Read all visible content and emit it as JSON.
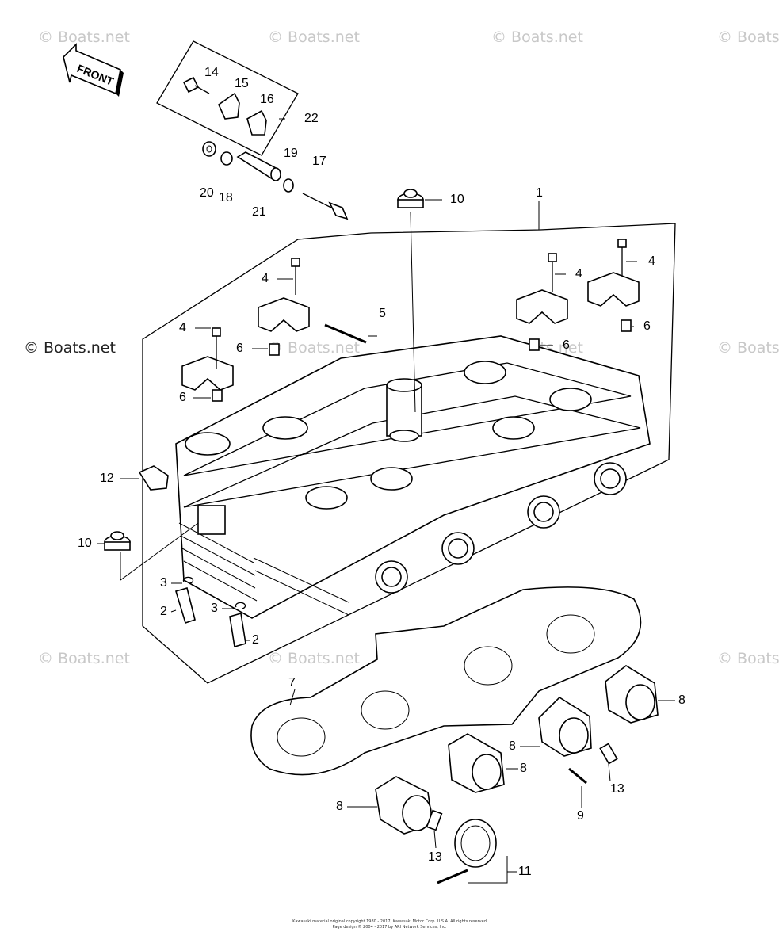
{
  "watermark": "© Boats.net",
  "front_label": "FRONT",
  "callouts": {
    "c1": "1",
    "c2a": "2",
    "c2b": "2",
    "c3a": "3",
    "c3b": "3",
    "c4a": "4",
    "c4b": "4",
    "c4c": "4",
    "c4d": "4",
    "c5": "5",
    "c6a": "6",
    "c6b": "6",
    "c6c": "6",
    "c6d": "6",
    "c7": "7",
    "c8a": "8",
    "c8b": "8",
    "c8c": "8",
    "c8d": "8",
    "c9": "9",
    "c10a": "10",
    "c10b": "10",
    "c11": "11",
    "c12": "12",
    "c13a": "13",
    "c13b": "13",
    "c14": "14",
    "c15": "15",
    "c16": "16",
    "c17": "17",
    "c18": "18",
    "c19": "19",
    "c20": "20",
    "c21": "21",
    "c22": "22"
  },
  "copyright_line1": "Kawasaki material original copyright 1980 - 2017, Kawasaki Motor Corp. U.S.A. All rights reserved",
  "copyright_line2": "Page design © 2004 - 2017 by ARI Network Services, Inc."
}
